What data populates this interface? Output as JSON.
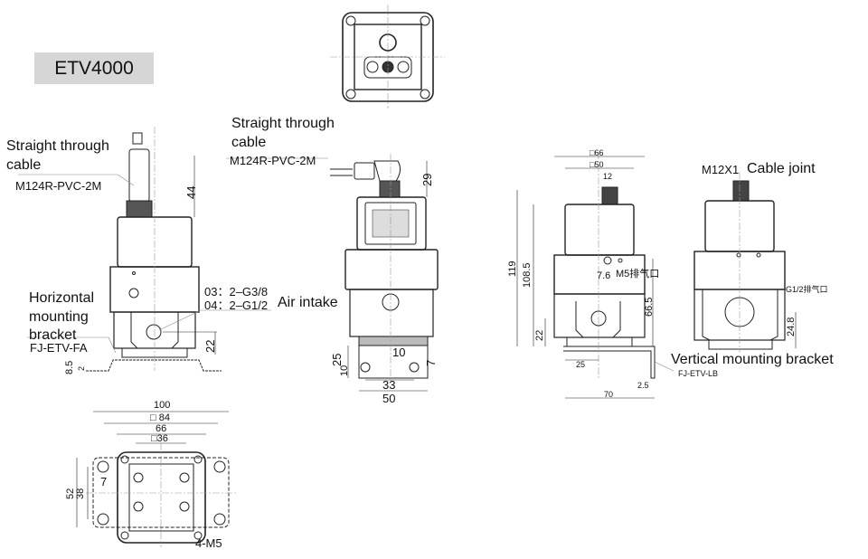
{
  "title": "ETV4000",
  "side_view_left": {
    "cable_label_line1": "Straight through",
    "cable_label_line2": "cable",
    "cable_model": "M124R-PVC-2M",
    "dim_cable_height": "44",
    "bracket_label_line1": "Horizontal",
    "bracket_label_line2": "mounting",
    "bracket_label_line3": "bracket",
    "bracket_model": "FJ-ETV-FA",
    "port_03": "03：2–G3/8",
    "port_04": "04：2–G1/2",
    "dim_port_height": "22",
    "dim_bracket_total": "8.5",
    "dim_bracket_thick": "2"
  },
  "front_view": {
    "cable_label_line1": "Straight through",
    "cable_label_line2": "cable",
    "cable_model": "M124R-PVC-2M",
    "dim_connector": "29",
    "air_intake": "Air intake",
    "dim_25": "25",
    "dim_10_left": "10",
    "dim_10_top": "10",
    "dim_7": "7",
    "dim_33": "33",
    "dim_50": "50"
  },
  "rear_view": {
    "dim_66": "□66",
    "dim_50": "□50",
    "dim_12": "12",
    "dim_119": "119",
    "dim_108_5": "108.5",
    "dim_7_6": "7.6",
    "exhaust_m5": "M5排气口",
    "dim_66_5": "66.5",
    "dim_22": "22",
    "dim_25": "25",
    "dim_70": "70",
    "dim_2_5": "2.5",
    "bracket_label": "Vertical mounting bracket",
    "bracket_model": "FJ-ETV-LB"
  },
  "right_view": {
    "thread": "M12X1",
    "cable_joint": "Cable joint",
    "exhaust_g12": "G1/2排气口",
    "dim_24_8": "24.8"
  },
  "bottom_view": {
    "dim_100": "100",
    "dim_84": "□ 84",
    "dim_66": "66",
    "dim_36": "□36",
    "dim_52": "52",
    "dim_38": "38",
    "dim_7": "7",
    "holes": "4-M5"
  }
}
